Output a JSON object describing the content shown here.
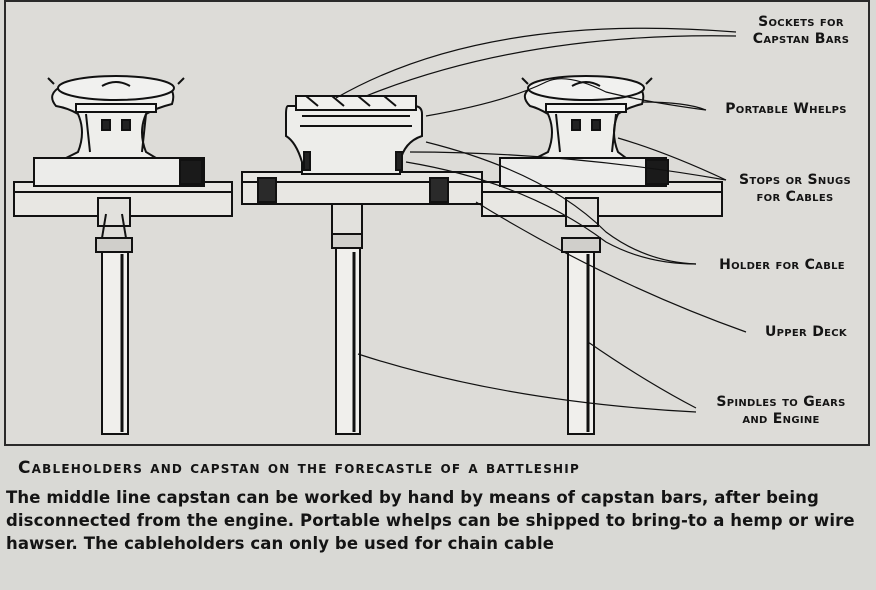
{
  "figure": {
    "labels": {
      "sockets": "Sockets for\nCapstan Bars",
      "whelps": "Portable Whelps",
      "stops": "Stops or Snugs\nfor Cables",
      "holder": "Holder for Cable",
      "upper_deck": "Upper Deck",
      "spindles": "Spindles to Gears\nand Engine"
    }
  },
  "caption": {
    "title": "Cableholders and capstan on the forecastle of a battleship",
    "body": "The middle line capstan can be worked by hand by means of capstan bars, after being disconnected from the engine. Portable whelps can be shipped to bring-to a hemp or wire hawser. The cableholders can only be used for chain cable"
  }
}
